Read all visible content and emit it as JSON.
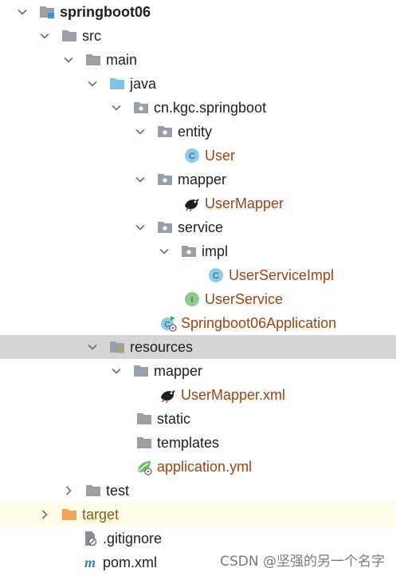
{
  "colors": {
    "folder": "#9aa0a6",
    "java_folder": "#7ec5e6",
    "class_icon": "#8fcbe8",
    "interface_icon": "#8ec98e",
    "file_text": "#a2430f",
    "selected_row": "#d5d5d5",
    "target_folder": "#f4a261"
  },
  "tree": {
    "root": "springboot06",
    "src": "src",
    "main": "main",
    "java": "java",
    "package": "cn.kgc.springboot",
    "entity": "entity",
    "user": "User",
    "mapper_pkg": "mapper",
    "user_mapper": "UserMapper",
    "service": "service",
    "impl": "impl",
    "user_service_impl": "UserServiceImpl",
    "user_service": "UserService",
    "application_class": "Springboot06Application",
    "resources": "resources",
    "resources_mapper": "mapper",
    "user_mapper_xml": "UserMapper.xml",
    "static": "static",
    "templates": "templates",
    "application_yml": "application.yml",
    "test": "test",
    "target": "target",
    "gitignore": ".gitignore",
    "pom": "pom.xml"
  },
  "watermark": "CSDN @坚强的另一个名字"
}
